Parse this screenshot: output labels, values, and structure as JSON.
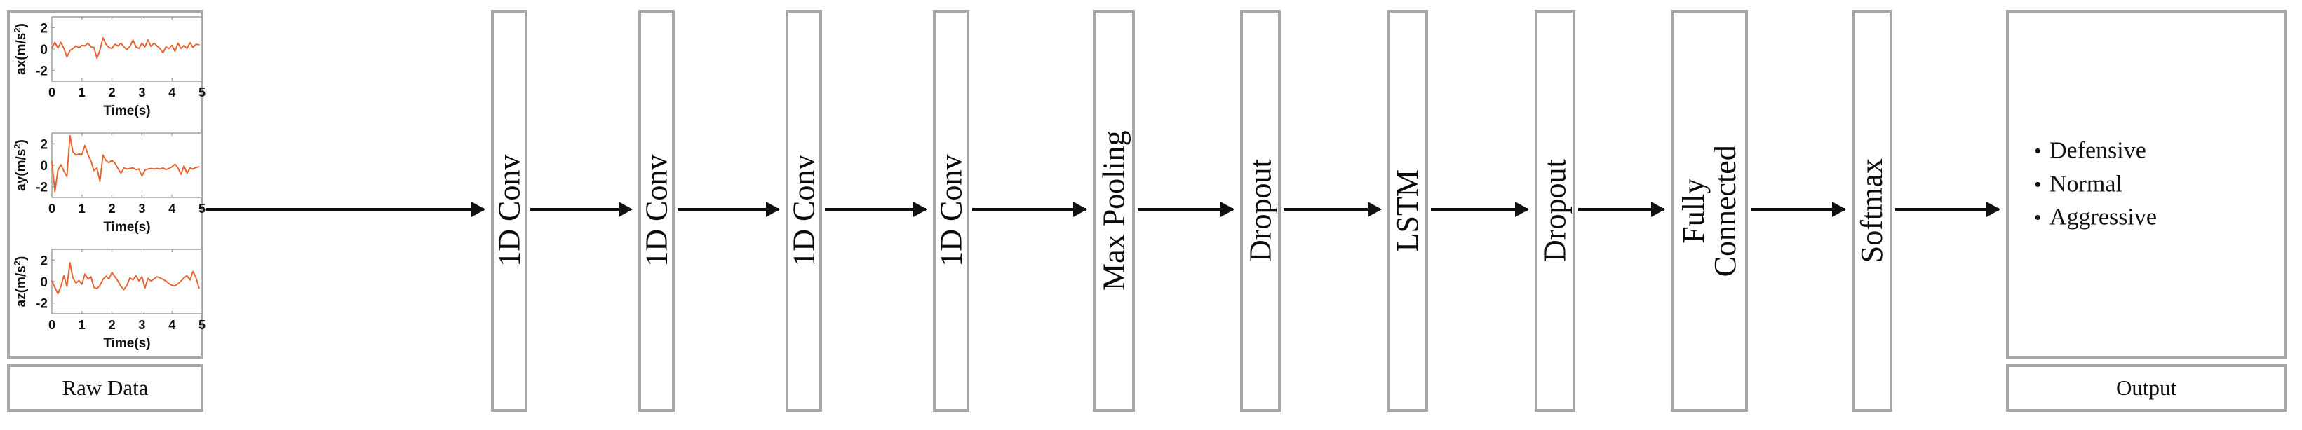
{
  "diagram": {
    "title": "CNN-LSTM driving behaviour classification architecture",
    "accent_color": "#E8612C",
    "border_color": "#A6A6A6",
    "text_color": "#111111"
  },
  "raw_data": {
    "caption": "Raw Data",
    "xlabel": "Time(s)",
    "xticks": [
      "0",
      "1",
      "2",
      "3",
      "4",
      "5"
    ],
    "yticks": [
      "2",
      "0",
      "-2"
    ],
    "signals": [
      {
        "ylabel": "ax(m/s2)",
        "ylabel_base": "ax(m/s",
        "ylabel_exp": "2",
        "ylabel_close": ")"
      },
      {
        "ylabel": "ay(m/s2)",
        "ylabel_base": "ay(m/s",
        "ylabel_exp": "2",
        "ylabel_close": ")"
      },
      {
        "ylabel": "az(m/s2)",
        "ylabel_base": "az(m/s",
        "ylabel_exp": "2",
        "ylabel_close": ")"
      }
    ]
  },
  "layers": [
    {
      "label": "1D Conv",
      "lines": [
        "1D Conv"
      ]
    },
    {
      "label": "1D Conv",
      "lines": [
        "1D Conv"
      ]
    },
    {
      "label": "1D Conv",
      "lines": [
        "1D Conv"
      ]
    },
    {
      "label": "1D Conv",
      "lines": [
        "1D Conv"
      ]
    },
    {
      "label": "Max Pooling",
      "lines": [
        "Max Pooling"
      ]
    },
    {
      "label": "Dropout",
      "lines": [
        "Dropout"
      ]
    },
    {
      "label": "LSTM",
      "lines": [
        "LSTM"
      ]
    },
    {
      "label": "Dropout",
      "lines": [
        "Dropout"
      ]
    },
    {
      "label": "Fully Connected",
      "lines": [
        "Fully",
        "Connected"
      ]
    },
    {
      "label": "Softmax",
      "lines": [
        "Softmax"
      ]
    }
  ],
  "output": {
    "caption": "Output",
    "classes": [
      "Defensive",
      "Normal",
      "Aggressive"
    ],
    "bullet": "•"
  },
  "arrow_icon": "arrow-right-icon",
  "chart_data": [
    {
      "type": "line",
      "title": "ax",
      "xlabel": "Time(s)",
      "ylabel": "ax(m/s2)",
      "xlim": [
        0,
        5
      ],
      "ylim": [
        -3,
        3
      ],
      "xticks": [
        0,
        1,
        2,
        3,
        4,
        5
      ],
      "yticks": [
        -2,
        0,
        2
      ],
      "grid": false,
      "color": "#E8612C",
      "x": [
        0,
        0.1,
        0.2,
        0.3,
        0.4,
        0.5,
        0.6,
        0.7,
        0.8,
        0.9,
        1.0,
        1.1,
        1.2,
        1.3,
        1.4,
        1.5,
        1.6,
        1.7,
        1.8,
        1.9,
        2.0,
        2.1,
        2.2,
        2.3,
        2.4,
        2.5,
        2.6,
        2.7,
        2.8,
        2.9,
        3.0,
        3.1,
        3.2,
        3.3,
        3.4,
        3.5,
        3.6,
        3.7,
        3.8,
        3.9,
        4.0,
        4.1,
        4.2,
        4.3,
        4.4,
        4.5,
        4.6,
        4.7,
        4.8,
        4.9
      ],
      "values": [
        0.1,
        0.62,
        0.1,
        0.62,
        0.05,
        -0.75,
        -0.15,
        0.05,
        0.3,
        0.1,
        0.35,
        0.3,
        0.55,
        0.2,
        0.15,
        -0.85,
        -0.1,
        1.05,
        0.45,
        0.15,
        0.05,
        0.45,
        0.3,
        0.55,
        0.2,
        -0.05,
        0.25,
        0.85,
        0.2,
        0.05,
        0.55,
        0.2,
        0.85,
        0.25,
        0.55,
        0.3,
        0.05,
        -0.35,
        0.2,
        0.05,
        0.35,
        -0.2,
        0.55,
        0.05,
        0.35,
        0.05,
        0.6,
        0.15,
        0.45,
        0.4
      ]
    },
    {
      "type": "line",
      "title": "ay",
      "xlabel": "Time(s)",
      "ylabel": "ay(m/s2)",
      "xlim": [
        0,
        5
      ],
      "ylim": [
        -3,
        3
      ],
      "xticks": [
        0,
        1,
        2,
        3,
        4,
        5
      ],
      "yticks": [
        -2,
        0,
        2
      ],
      "grid": false,
      "color": "#E8612C",
      "x": [
        0,
        0.1,
        0.2,
        0.3,
        0.4,
        0.5,
        0.6,
        0.7,
        0.8,
        0.9,
        1.0,
        1.1,
        1.2,
        1.3,
        1.4,
        1.5,
        1.6,
        1.7,
        1.8,
        1.9,
        2.0,
        2.1,
        2.2,
        2.3,
        2.4,
        2.5,
        2.6,
        2.7,
        2.8,
        2.9,
        3.0,
        3.1,
        3.2,
        3.3,
        3.4,
        3.5,
        3.6,
        3.7,
        3.8,
        3.9,
        4.0,
        4.1,
        4.2,
        4.3,
        4.4,
        4.5,
        4.6,
        4.7,
        4.8,
        4.9
      ],
      "values": [
        0.35,
        -2.45,
        -0.45,
        0.05,
        -0.55,
        -1.05,
        2.75,
        1.25,
        0.95,
        1.05,
        1.0,
        1.85,
        1.0,
        0.4,
        -0.5,
        -0.25,
        -1.5,
        0.95,
        0.45,
        0.25,
        0.45,
        0.2,
        -0.3,
        -0.75,
        -0.25,
        -0.35,
        -0.3,
        -0.25,
        -0.4,
        -0.35,
        -1.0,
        -0.45,
        -0.35,
        -0.3,
        -0.35,
        -0.3,
        -0.35,
        -0.25,
        -0.4,
        -0.3,
        -0.15,
        0.1,
        -0.25,
        -0.85,
        -0.05,
        -0.75,
        -0.25,
        -0.35,
        -0.2,
        -0.15
      ]
    },
    {
      "type": "line",
      "title": "az",
      "xlabel": "Time(s)",
      "ylabel": "az(m/s2)",
      "xlim": [
        0,
        5
      ],
      "ylim": [
        -3,
        3
      ],
      "xticks": [
        0,
        1,
        2,
        3,
        4,
        5
      ],
      "yticks": [
        -2,
        0,
        2
      ],
      "grid": false,
      "color": "#E8612C",
      "x": [
        0,
        0.1,
        0.2,
        0.3,
        0.4,
        0.5,
        0.6,
        0.7,
        0.8,
        0.9,
        1.0,
        1.1,
        1.2,
        1.3,
        1.4,
        1.5,
        1.6,
        1.7,
        1.8,
        1.9,
        2.0,
        2.1,
        2.2,
        2.3,
        2.4,
        2.5,
        2.6,
        2.7,
        2.8,
        2.9,
        3.0,
        3.1,
        3.2,
        3.3,
        3.4,
        3.5,
        3.6,
        3.7,
        3.8,
        3.9,
        4.0,
        4.1,
        4.2,
        4.3,
        4.4,
        4.5,
        4.6,
        4.7,
        4.8,
        4.9
      ],
      "values": [
        0.05,
        -0.55,
        -1.15,
        -0.45,
        0.55,
        -0.45,
        1.75,
        0.35,
        -0.15,
        0.1,
        -0.25,
        0.7,
        0.25,
        0.45,
        -0.55,
        -0.65,
        -0.35,
        0.2,
        0.5,
        0.25,
        0.85,
        0.45,
        0.05,
        -0.45,
        -0.75,
        -0.35,
        0.35,
        0.15,
        0.55,
        0.05,
        0.45,
        -0.6,
        0.3,
        0.05,
        0.25,
        0.45,
        0.35,
        0.2,
        0.05,
        -0.2,
        -0.35,
        -0.4,
        -0.2,
        0.05,
        0.35,
        0.55,
        0.15,
        0.95,
        0.35,
        -0.6
      ]
    }
  ]
}
